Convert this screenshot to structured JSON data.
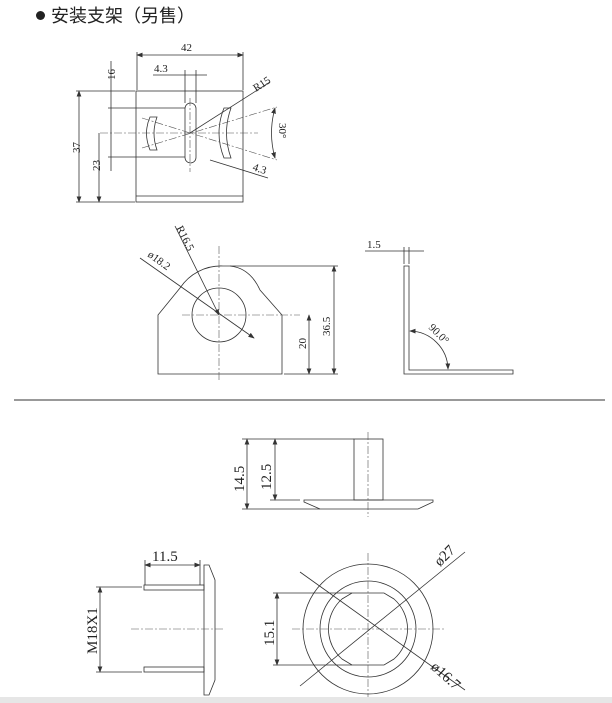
{
  "title": "安装支架（另售）",
  "bracket_front": {
    "width": "42",
    "slot_width": "4.3",
    "slot_offset": "16",
    "height": "37",
    "center_height": "23",
    "radius": "R15",
    "angle": "30°",
    "arc_slot_width": "4.3"
  },
  "bracket_side": {
    "radius": "R16.5",
    "hole_diameter": "ø18.2",
    "height": "36.5",
    "hole_height": "20"
  },
  "bracket_profile": {
    "thickness": "1.5",
    "angle": "90.0°"
  },
  "nut_side": {
    "total_height": "14.5",
    "stem_height": "12.5"
  },
  "nut_section": {
    "length": "11.5",
    "thread": "M18X1"
  },
  "nut_top": {
    "outer_diameter": "ø27",
    "flat_width": "15.1",
    "inner_diameter": "ø16.7"
  }
}
